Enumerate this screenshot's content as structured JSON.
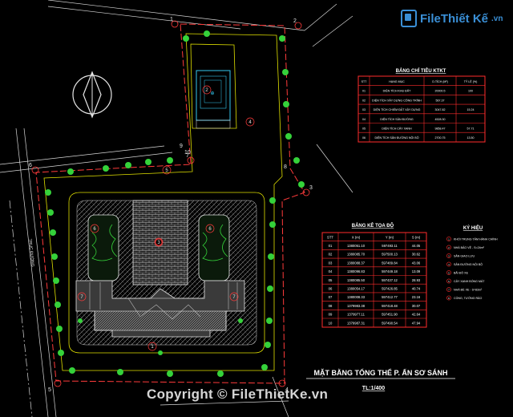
{
  "brand": {
    "name": "FileThiết Kế",
    "tld": ".vn"
  },
  "watermark": "Copyright © FileThietKe.vn",
  "drawing_title": "MẶT BẰNG TỔNG THỂ P. ẤN SƠ SÁNH",
  "drawing_scale": "TL:1/400",
  "land_use_table": {
    "title": "BẢNG CHỈ TIÊU KTKT",
    "headers": [
      "STT",
      "HẠNG MỤC",
      "D.TÍCH (M²)",
      "TỶ LỆ (%)"
    ],
    "rows": [
      [
        "01",
        "DIỆN TÍCH KHU ĐẤT",
        "20000.5",
        "100"
      ],
      [
        "02",
        "DIỆN TÍCH XÂY DỰNG CÔNG TRÌNH",
        "567.37",
        ""
      ],
      [
        "03",
        "DIỆN TÍCH CHIẾM ĐẤT XÂY DỰNG",
        "3047.82",
        "15.24"
      ],
      [
        "04",
        "DIỆN TÍCH SÂN ĐƯỜNG",
        "4528.30",
        ""
      ],
      [
        "05",
        "DIỆN TÍCH CÂY XANH",
        "9858.47",
        "57.71"
      ],
      [
        "06",
        "DIỆN TÍCH SÂN ĐƯỜNG NỘI BỘ",
        "2700.75",
        "13.50"
      ]
    ]
  },
  "coordinate_table": {
    "title": "BẢNG KÊ TỌA ĐỘ",
    "headers": [
      "STT",
      "X (m)",
      "Y (m)",
      "S (m)"
    ],
    "rows": [
      [
        "01",
        "1380051.10",
        "597493.11",
        "44.05"
      ],
      [
        "02",
        "1380085.70",
        "597500.13",
        "30.62"
      ],
      [
        "03",
        "1380088.37",
        "597489.84",
        "43.06"
      ],
      [
        "04",
        "1380096.83",
        "597449.18",
        "13.09"
      ],
      [
        "05",
        "1380085.50",
        "597437.12",
        "28.93"
      ],
      [
        "06",
        "1380054.17",
        "597426.85",
        "40.74"
      ],
      [
        "07",
        "1380008.33",
        "597412.77",
        "23.16"
      ],
      [
        "08",
        "1379983.38",
        "597418.48",
        "30.07"
      ],
      [
        "09",
        "1379977.11",
        "597451.90",
        "42.64"
      ],
      [
        "10",
        "1379987.31",
        "597490.54",
        "47.94"
      ]
    ]
  },
  "legend": {
    "title": "KÝ HIỆU",
    "items": [
      "KHỐI TRUNG TÂM HÀNH CHÍNH",
      "NHÀ BẢO VỆ - S=24m²",
      "SÂN GIAO LƯU",
      "SÂN ĐƯỜNG NỘI BỘ",
      "BÃI ĐỖ XE",
      "CÂY XANH BÓNG MÁT",
      "NHÀ ĐỂ XE - S=83m²",
      "CỔNG, TƯỜNG RÀO"
    ]
  },
  "point_labels": [
    "1",
    "2",
    "3",
    "4",
    "5",
    "6",
    "7",
    "8",
    "9",
    "10"
  ],
  "zone_labels": [
    "1",
    "2",
    "3",
    "4",
    "5",
    "6",
    "7"
  ],
  "road_label": "TRỤC ĐƯỜNG",
  "colors": {
    "background": "#000000",
    "boundary": "#ff3b3b",
    "site_outline": "#e0e000",
    "paving": "#c9c9c9",
    "tree": "#35d23a",
    "table_border": "#ff2d2d",
    "table_text": "#ffffff",
    "brand": "#3a8fd6"
  }
}
